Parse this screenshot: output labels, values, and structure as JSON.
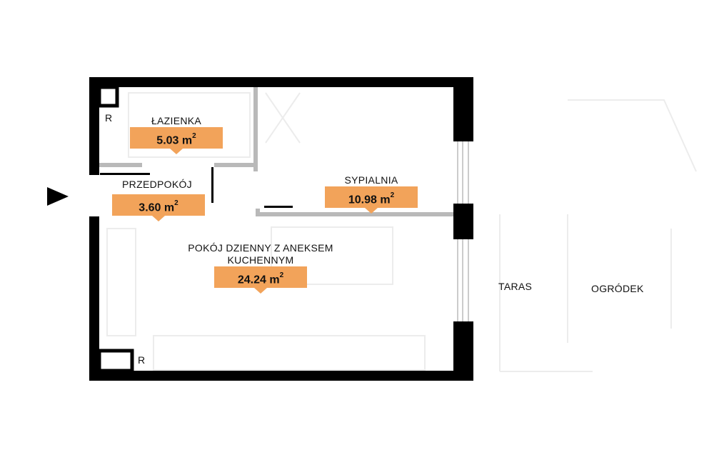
{
  "rooms": [
    {
      "name": "ŁAZIENKA",
      "area": "5.03",
      "unit": "m",
      "exp": "2"
    },
    {
      "name": "PRZEDPOKÓJ",
      "area": "3.60",
      "unit": "m",
      "exp": "2"
    },
    {
      "name": "SYPIALNIA",
      "area": "10.98",
      "unit": "m",
      "exp": "2"
    },
    {
      "name_line1": "POKÓJ DZIENNY Z ANEKSEM",
      "name_line2": "KUCHENNYM",
      "area": "24.24",
      "unit": "m",
      "exp": "2"
    }
  ],
  "outdoor": {
    "terrace": "TARAS",
    "garden": "OGRÓDEK"
  },
  "markers": {
    "riser_top": "R",
    "riser_bottom": "R"
  },
  "colors": {
    "wall": "#000000",
    "area_tag": "#f2a35a",
    "partition": "#b9b9b9"
  },
  "icons": {
    "entrance": "entrance-arrow-icon"
  }
}
